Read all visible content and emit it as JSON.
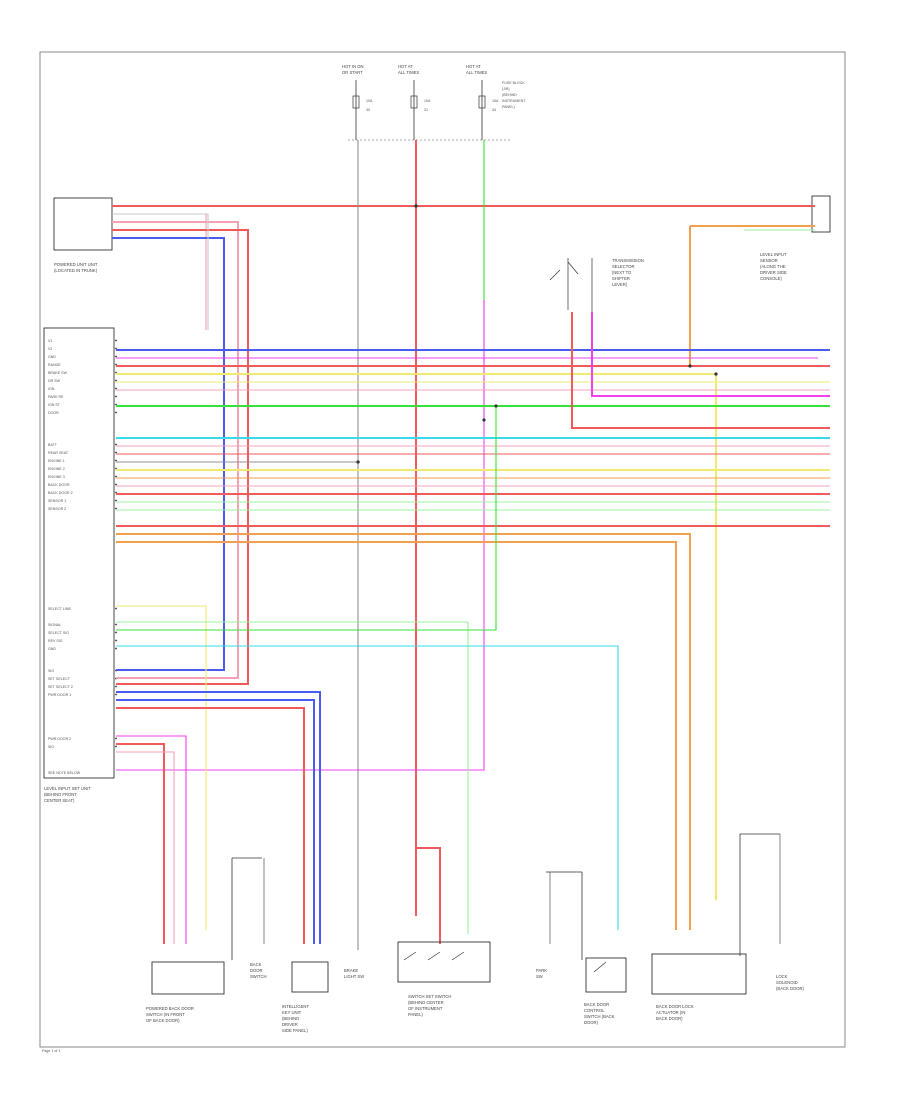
{
  "page": {
    "number": "Page 1 of 1"
  },
  "top_sources": [
    {
      "id": "fuse1",
      "lines": [
        "HOT IN ON",
        "OR START"
      ],
      "fuse": "10A",
      "fuse_no": "30"
    },
    {
      "id": "fuse2",
      "lines": [
        "HOT AT",
        "ALL TIMES"
      ],
      "fuse": "10A",
      "fuse_no": "31"
    },
    {
      "id": "fuse3",
      "lines": [
        "HOT AT",
        "ALL TIMES"
      ],
      "fuse": "15A",
      "fuse_no": "34"
    }
  ],
  "fuse_block_label": [
    "FUSE BLOCK",
    "(J/B)",
    "(BEHIND",
    "INSTRUMENT",
    "PANEL)"
  ],
  "modules": {
    "top_left_module": [
      "POWERED UNIT UNIT",
      "(LOCATED IN TRUNK)"
    ],
    "main_module_caption": [
      "LEVEL INPUT SET UNIT",
      "(BEHIND FRONT",
      "CENTER SEAT)"
    ],
    "main_module_footer": "SEE NOTE BELOW",
    "right_top_module": [
      "LEVEL INPUT",
      "SENSOR",
      "(ALONG THE",
      "DRIVER SIDE",
      "CONSOLE)"
    ],
    "right_switch": [
      "TRANSMISSION",
      "SELECTOR",
      "(NEXT TO",
      "SHIFTER",
      "LEVER)"
    ]
  },
  "pin_labels": [
    "V1",
    "V2",
    "GND",
    "RANGE",
    "BRAKE SW",
    "DR SW",
    "IGN",
    "PARK RE",
    "IGN ST",
    "DOOR",
    "BATT",
    "REAR SEAT",
    "ENGINE 1",
    "ENGINE 2",
    "ENGINE 3",
    "BACK DOOR",
    "BACK DOOR 2",
    "SENSOR 1",
    "SENSOR 2",
    "SELECT LINE",
    "SIGNAL",
    "SELECT SIG",
    "REV SIG",
    "GND",
    "SIG",
    "SET SELECT",
    "SET SELECT 2",
    "PWR DOOR 1",
    "PWR DOOR 2",
    "SIG"
  ],
  "bottom_components": [
    {
      "id": "bc1",
      "lines": [
        "POWERED BACK DOOR",
        "SWITCH (IN FRONT",
        "OF BACK DOOR)"
      ]
    },
    {
      "id": "bc2",
      "lines": [
        "BACK",
        "DOOR",
        "SWITCH"
      ]
    },
    {
      "id": "bc3",
      "lines": [
        "INTELLIGENT",
        "KEY UNIT",
        "(BEHIND",
        "DRIVER",
        "SIDE PANEL)"
      ]
    },
    {
      "id": "bc4",
      "lines": [
        "BRAKE",
        "LIGHT SW"
      ]
    },
    {
      "id": "bc5",
      "lines": [
        "SWITCH SET SWITCH",
        "(BEHIND CENTER",
        "OF INSTRUMENT",
        "PANEL)"
      ]
    },
    {
      "id": "bc6",
      "lines": [
        "PARK",
        "SW"
      ]
    },
    {
      "id": "bc7",
      "lines": [
        "BACK DOOR",
        "CONTROL",
        "SWITCH (BACK",
        "DOOR)"
      ]
    },
    {
      "id": "bc8",
      "lines": [
        "BACK DOOR LOCK",
        "ACTUATOR (IN",
        "BACK DOOR)"
      ]
    },
    {
      "id": "bc9",
      "lines": [
        "LOCK",
        "SOLENOID",
        "(BACK DOOR)"
      ]
    }
  ],
  "wire_colors": {
    "red": "#f05a5a",
    "pink": "#f5a0b4",
    "blue": "#4a5cf0",
    "magenta": "#f040f0",
    "green": "#3ae03a",
    "lightgreen": "#9cf0a0",
    "cyan": "#3ad8e8",
    "yellow": "#f0ea70",
    "orange": "#f0a050",
    "gray": "#909090",
    "light": "#c8c8c8"
  }
}
